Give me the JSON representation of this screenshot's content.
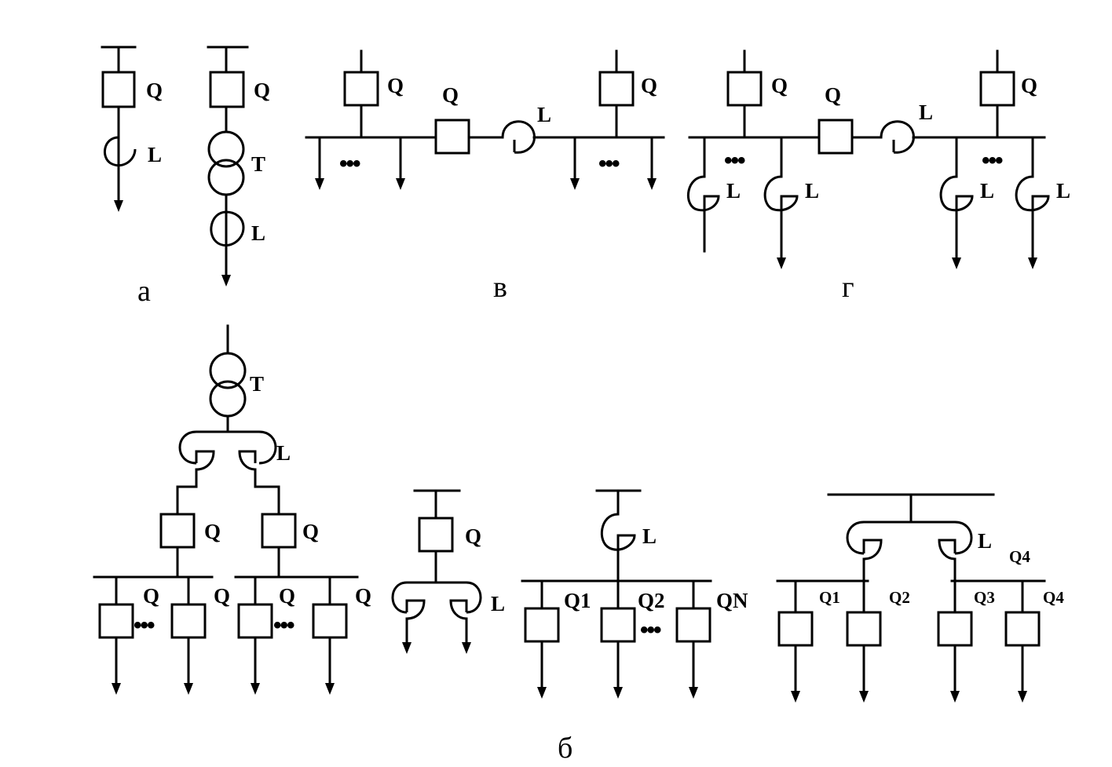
{
  "labels": {
    "breaker": "Q",
    "reactor": "L",
    "transformer": "T",
    "q1": "Q1",
    "q2": "Q2",
    "q3": "Q3",
    "q4": "Q4",
    "qn": "QN",
    "ellipsis": "•••"
  },
  "captions": {
    "a": "а",
    "b": "б",
    "v": "в",
    "g": "г"
  }
}
